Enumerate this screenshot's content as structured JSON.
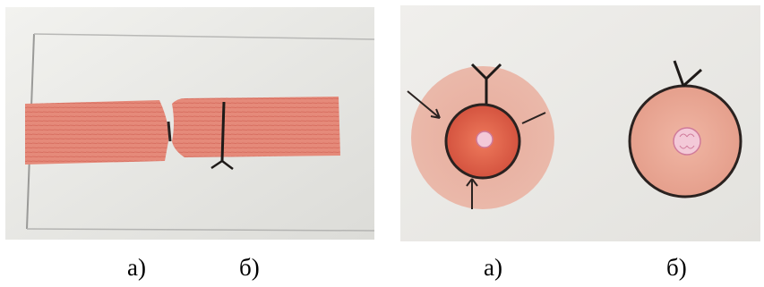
{
  "captions": {
    "left_a": "а)",
    "left_b": "б)",
    "right_a": "а)",
    "right_b": "б)"
  },
  "colors": {
    "paper": "#e9e9e6",
    "pink_band": "#e08878",
    "dark_red": "#c8483a",
    "outline": "#2a2220",
    "nucleus": "#f3c9d8"
  }
}
